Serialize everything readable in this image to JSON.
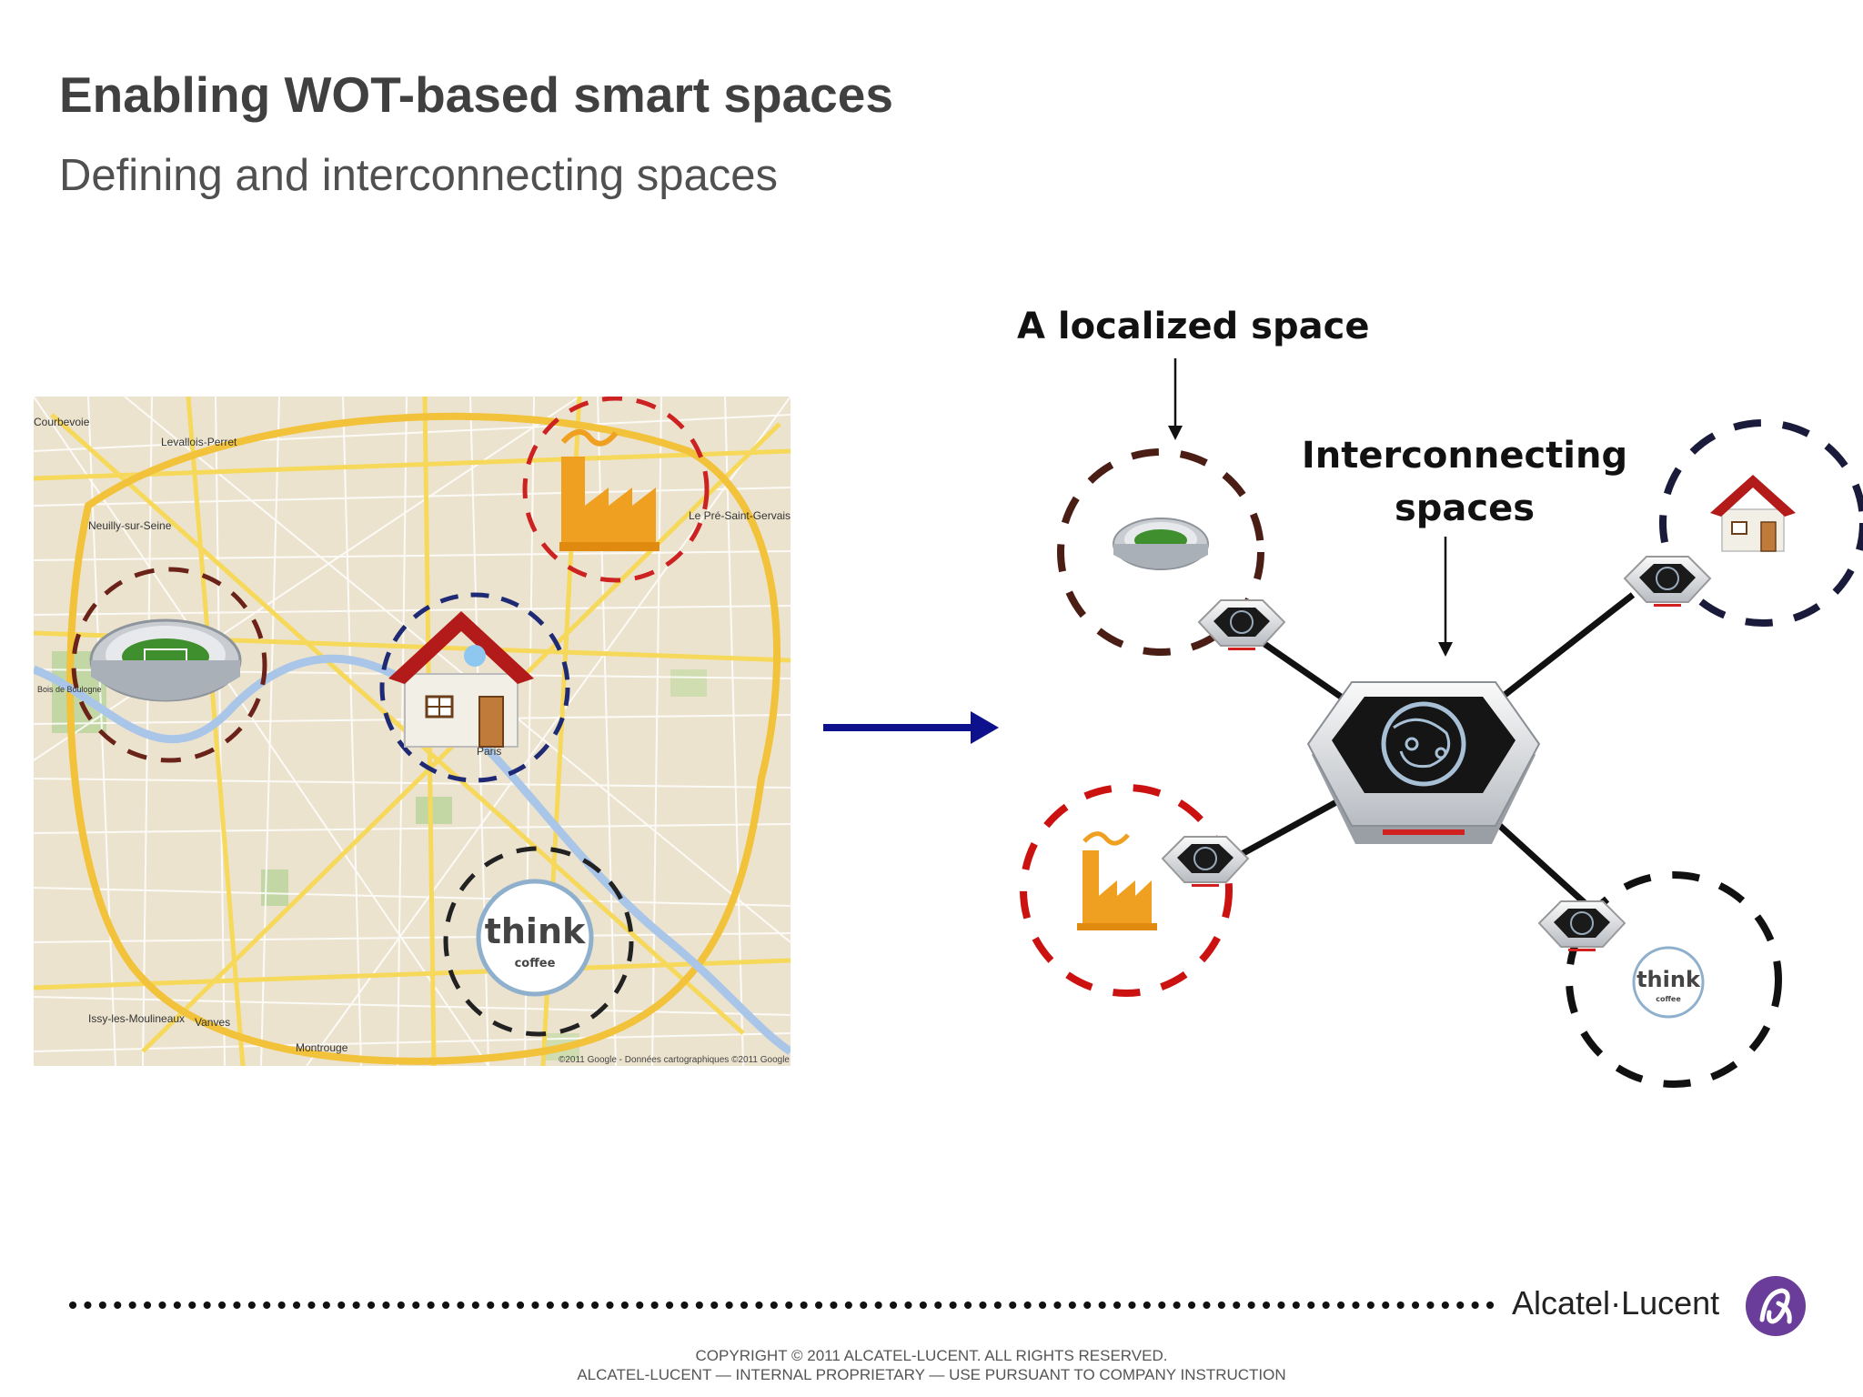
{
  "slide": {
    "title": "Enabling WOT-based smart spaces",
    "subtitle": "Defining and interconnecting spaces"
  },
  "map": {
    "places": [
      "Courbevoie",
      "Levallois-Perret",
      "Neuilly-sur-Seine",
      "Le Pré-Saint-Gervais",
      "Paris",
      "Issy-les-Moulineaux",
      "Vanves",
      "Montrouge",
      "Bois de Boulogne"
    ],
    "attribution": "©2011 Google - Données cartographiques ©2011 Google",
    "think_logo": {
      "word": "think",
      "sub": "coffee"
    }
  },
  "diagram": {
    "label_localized": "A localized space",
    "label_interconnecting_line1": "Interconnecting",
    "label_interconnecting_line2": "spaces",
    "think_logo": {
      "word": "think",
      "sub": "coffee"
    },
    "colors": {
      "stadium_ring": "#4a1e14",
      "factory_ring": "#cc1111",
      "home_ring": "#1a1a3a",
      "coffee_ring": "#111111",
      "arrow": "#0d128c",
      "factory": "#f0a020",
      "house_roof": "#b31b1b"
    }
  },
  "footer": {
    "brand_left": "Alcatel",
    "brand_dot": "·",
    "brand_right": "Lucent",
    "copyright_line1": "COPYRIGHT © 2011 ALCATEL-LUCENT.  ALL RIGHTS RESERVED.",
    "copyright_line2": "ALCATEL-LUCENT — INTERNAL PROPRIETARY —  USE PURSUANT TO COMPANY INSTRUCTION"
  }
}
